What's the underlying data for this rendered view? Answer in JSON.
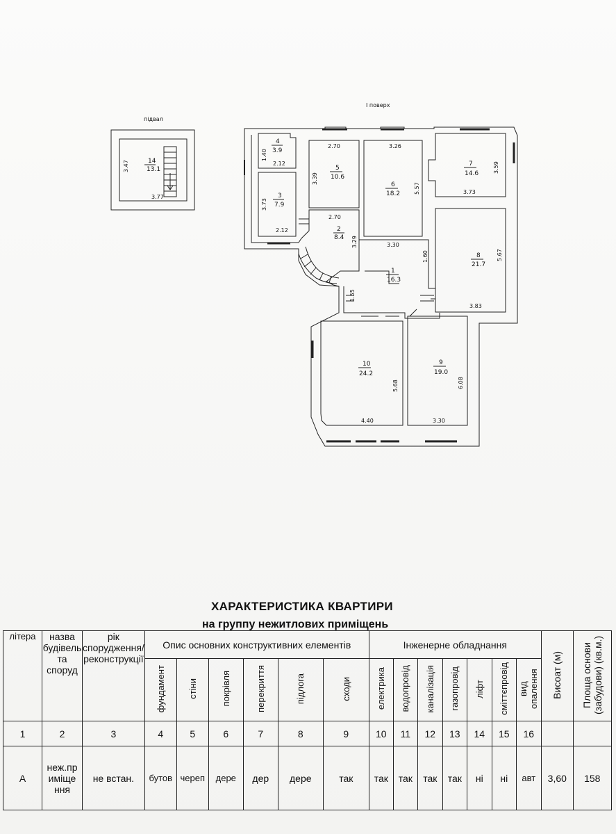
{
  "plan": {
    "basement_title": "підвал",
    "floor_title": "I поверх",
    "basement_room": {
      "number": "14",
      "area": "13.1",
      "dim_w": "3.77",
      "dim_h": "3.47"
    },
    "rooms": [
      {
        "number": "1",
        "area": "16.3"
      },
      {
        "number": "2",
        "area": "8.4"
      },
      {
        "number": "3",
        "area": "7.9"
      },
      {
        "number": "4",
        "area": "3.9"
      },
      {
        "number": "5",
        "area": "10.6"
      },
      {
        "number": "6",
        "area": "18.2"
      },
      {
        "number": "7",
        "area": "14.6"
      },
      {
        "number": "8",
        "area": "21.7"
      },
      {
        "number": "9",
        "area": "19.0"
      },
      {
        "number": "10",
        "area": "24.2"
      }
    ],
    "dims": [
      "1.40",
      "2.12",
      "3.73",
      "2.12",
      "2.70",
      "3.39",
      "2.70",
      "3.29",
      "3.26",
      "5.57",
      "3.30",
      "1.60",
      "3.59",
      "3.73",
      "5.67",
      "3.83",
      "1.55",
      "5.68",
      "4.40",
      "6.08",
      "3.30"
    ]
  },
  "characteristics": {
    "title": "ХАРАКТЕРИСТИКА КВАРТИРИ",
    "subtitle": "на группу нежитлових приміщень",
    "headers": {
      "litera": "літера",
      "name": "назва будівель та споруд",
      "year": "рік спорудження/реконструкції",
      "desc_group": "Опис основних конструктивних елементів",
      "eng_group": "Інженерне обладнання",
      "foundation": "фундамент",
      "walls": "стіни",
      "roof": "покрівля",
      "ceiling": "перекриття",
      "floor": "підлога",
      "stairs": "сходи",
      "electric": "електрика",
      "water": "водопровід",
      "sewer": "каналізація",
      "gas": "газопровід",
      "lift": "ліфт",
      "garbage": "сміттєпровід",
      "heating": "вид опалення",
      "height": "Висоат (м)",
      "area": "Площа основи (забудови) (кв.м.)"
    },
    "numbers": [
      "1",
      "2",
      "3",
      "4",
      "5",
      "6",
      "7",
      "8",
      "9",
      "10",
      "11",
      "12",
      "13",
      "14",
      "15",
      "16"
    ],
    "row": {
      "litera": "А",
      "name": "неж.приміщення",
      "year": "не встан.",
      "foundation": "бутов",
      "walls": "череп",
      "roof": "дере",
      "ceiling": "дер",
      "floor": "дере",
      "stairs": "так",
      "electric": "так",
      "water": "так",
      "sewer": "так",
      "gas": "так",
      "lift": "ні",
      "garbage": "ні",
      "heating": "авт",
      "height": "3,60",
      "area": "158"
    }
  }
}
